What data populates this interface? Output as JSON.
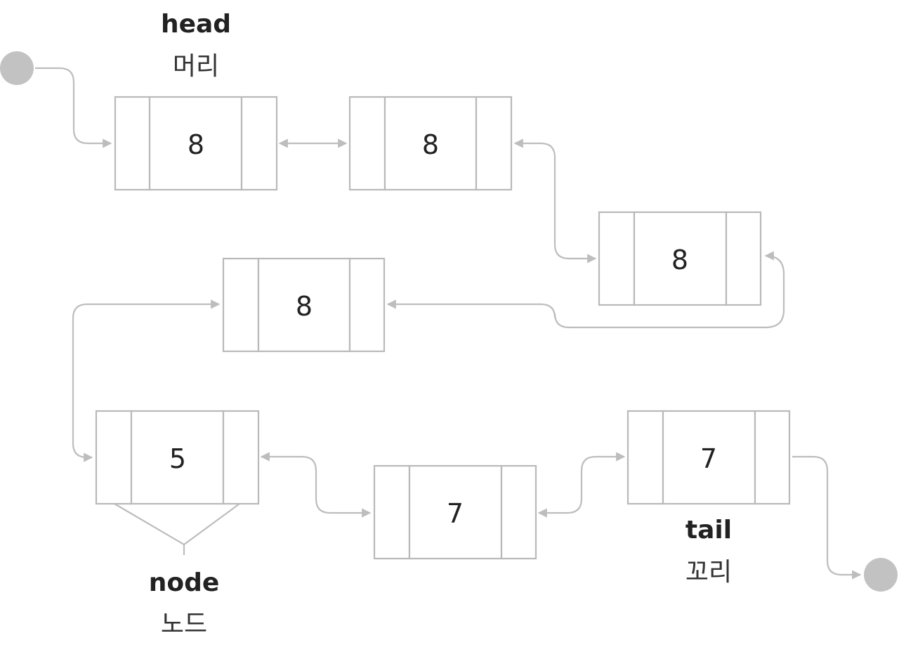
{
  "labels": {
    "head_en": "head",
    "head_ko": "머리",
    "tail_en": "tail",
    "tail_ko": "꼬리",
    "node_en": "node",
    "node_ko": "노드"
  },
  "nodes": [
    {
      "value": "8"
    },
    {
      "value": "8"
    },
    {
      "value": "8"
    },
    {
      "value": "8"
    },
    {
      "value": "5"
    },
    {
      "value": "7"
    },
    {
      "value": "7"
    }
  ],
  "colors": {
    "outline": "#b9b9b9",
    "edge": "#bdbdbd",
    "terminal": "#c2c2c2",
    "text": "#222222"
  }
}
